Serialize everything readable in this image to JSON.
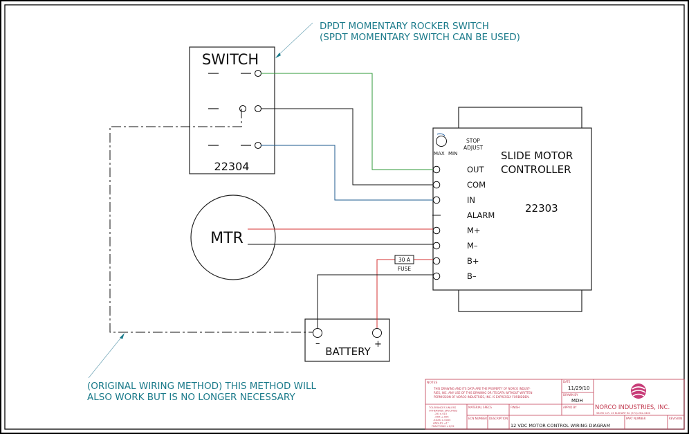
{
  "switch": {
    "title": "SWITCH",
    "part_number": "22304"
  },
  "annotations": {
    "switch_note_line1": "DPDT MOMENTARY ROCKER SWITCH",
    "switch_note_line2": "(SPDT MOMENTARY SWITCH CAN BE USED)",
    "original_note_line1": "(ORIGINAL WIRING METHOD) THIS METHOD WILL",
    "original_note_line2": "ALSO WORK BUT IS NO LONGER NECESSARY"
  },
  "controller": {
    "title_line1": "SLIDE MOTOR",
    "title_line2": "CONTROLLER",
    "part_number": "22303",
    "stop_label": "STOP",
    "adjust_label": "ADJUST",
    "max_label": "MAX",
    "min_label": "MIN",
    "terminals": [
      "OUT",
      "COM",
      "IN",
      "ALARM",
      "M+",
      "M–",
      "B+",
      "B–"
    ]
  },
  "motor": {
    "label": "MTR"
  },
  "fuse": {
    "rating": "30 A",
    "label": "FUSE"
  },
  "battery": {
    "label": "BATTERY",
    "neg": "–",
    "pos": "+"
  },
  "title_block": {
    "notes_label": "NOTES",
    "notes_text_line1": "THIS DRAWING AND ITS DATA ARE THE PROPERTY OF NORCO INDUST-",
    "notes_text_line2": "RIES, INC. ANY USE OF THIS DRAWING OR ITS DATA WITHOUT WRITTEN",
    "notes_text_line3": "PERMISSION OF NORCO INDUSTRIES, INC. IS EXPRESSLY FORBIDDEN.",
    "date_label": "DATE",
    "date": "11/29/10",
    "drawn_label": "DRAWN BY",
    "drawn_by": "MDH",
    "approved_label": "APPVD BY",
    "company": "NORCO INDUSTRIES, INC.",
    "address": "58290 C.R. 13 ELKHART IN. (574) 262-3400",
    "tolerances_line1": "TOLERANCES UNLESS",
    "tolerances_line2": "OTHERWISE SPECIFIED",
    "tolerances_line3": ".XX ±.015",
    "tolerances_line4": ".XXX ±.005",
    "tolerances_line5": ".XXXX ±.0005",
    "tolerances_line6": "ANGLES ±1°",
    "tolerances_line7": "FRACTIONS ±1/32",
    "material_label": "MATERIAL SPECS",
    "finish_label": "FINISH",
    "scale_label": "ECN NUMBER",
    "description_label": "DESCRIPTION",
    "description": "12 VDC MOTOR CONTROL WIRING DIAGRAM",
    "part_number_label": "PART NUMBER",
    "revision_label": "REVISION"
  },
  "colors": {
    "green_wire": "#2f9a3a",
    "blue_wire": "#1b5a8c",
    "red_wire": "#d43030",
    "black_wire": "#111111",
    "annotation_teal": "#1a7a8a",
    "title_block_red": "#c23a50",
    "logo": "#c83c78"
  }
}
